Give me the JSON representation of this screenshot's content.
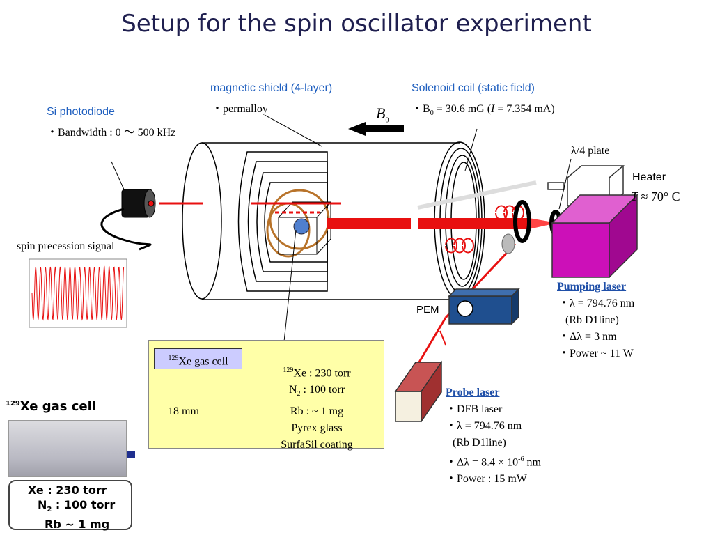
{
  "title": "Setup for the spin oscillator experiment",
  "labels": {
    "magnetic_shield": "magnetic shield (4-layer)",
    "magnetic_shield_material": "・permalloy",
    "solenoid": "Solenoid coil (static field)",
    "solenoid_spec": "・B0 = 30.6 mG (I = 7.354 mA)",
    "b0": "B0",
    "si_photodiode": "Si photodiode",
    "bandwidth": "・Bandwidth : 0 ～ 500 kHz",
    "spin_signal": "spin precession signal",
    "quarter_plate": "λ/4 plate",
    "heater": "Heater",
    "heater_temp": "T ≈ 70° C",
    "pem": "PEM"
  },
  "pumping_laser": {
    "title": "Pumping laser",
    "specs": [
      "・λ = 794.76 nm",
      "(Rb D1line)",
      "・Δλ = 3 nm",
      "・Power ~ 11 W"
    ]
  },
  "probe_laser": {
    "title": "Probe laser",
    "specs": [
      "・DFB laser",
      "・λ = 794.76 nm",
      "(Rb D1line)",
      "・Δλ = 8.4 × 10-6 nm",
      "・Power : 15 mW"
    ]
  },
  "gas_cell_box": {
    "label": "129Xe gas cell",
    "size": "18 mm",
    "specs": [
      "129Xe : 230 torr",
      "N2 : 100 torr",
      "Rb : ~  1 mg",
      "Pyrex glass",
      "SurfaSil coating"
    ]
  },
  "photo": {
    "title": "129Xe gas cell",
    "specs": [
      "Xe : 230 torr",
      "N2 : 100 torr",
      "Rb ~ 1 mg"
    ]
  },
  "colors": {
    "laser_red": "#e81010",
    "pump_laser": "#cc10b8",
    "pem_blue": "#1f4f8f",
    "probe_box": "#b84444",
    "gas_box": "#ffffa8",
    "cell_blue": "#ccccff"
  }
}
